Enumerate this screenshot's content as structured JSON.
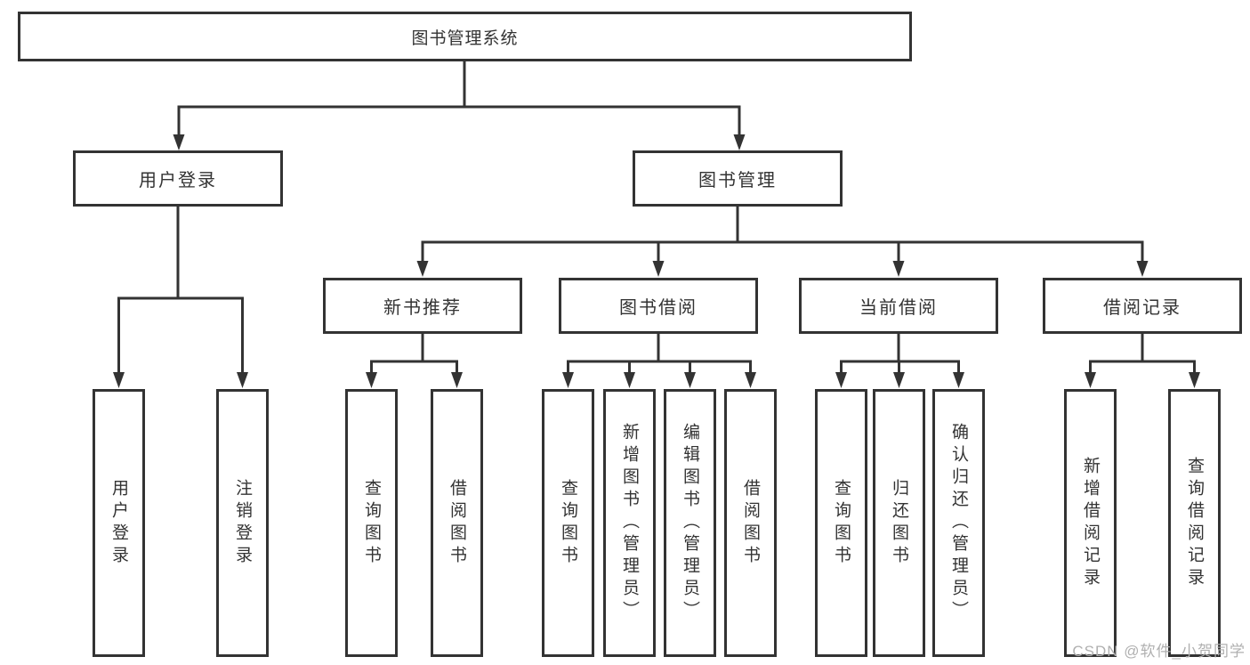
{
  "colors": {
    "line": "#333333",
    "text": "#333333",
    "bg": "#ffffff",
    "watermark": "#b0b0b0"
  },
  "tree": {
    "root": {
      "label": "图书管理系统"
    },
    "branches": [
      {
        "label": "用户登录",
        "children": [
          "用户登录",
          "注销登录"
        ]
      },
      {
        "label": "图书管理",
        "sections": [
          {
            "label": "新书推荐",
            "children": [
              "查询图书",
              "借阅图书"
            ]
          },
          {
            "label": "图书借阅",
            "children": [
              "查询图书",
              "新增图书（管理员）",
              "编辑图书（管理员）",
              "借阅图书"
            ]
          },
          {
            "label": "当前借阅",
            "children": [
              "查询图书",
              "归还图书",
              "确认归还（管理员）"
            ]
          },
          {
            "label": "借阅记录",
            "children": [
              "新增借阅记录",
              "查询借阅记录"
            ]
          }
        ]
      }
    ]
  },
  "watermark": {
    "text": "CSDN @软件_小贺同学"
  }
}
